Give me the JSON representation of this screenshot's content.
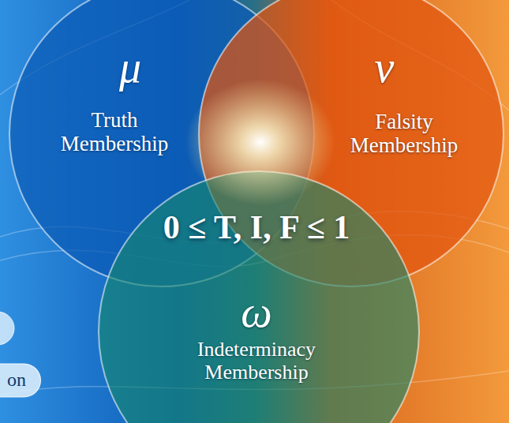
{
  "diagram": {
    "nodes": [
      {
        "text": [
          "μ",
          "Truth Membership"
        ]
      },
      {
        "text": [
          "ν",
          "Falsity Membership"
        ]
      },
      {
        "text": [
          "ω",
          "Indeterminacy Membership"
        ]
      }
    ],
    "labels": [
      "0 ≤ T, I, F ≤ 1",
      "on"
    ]
  }
}
